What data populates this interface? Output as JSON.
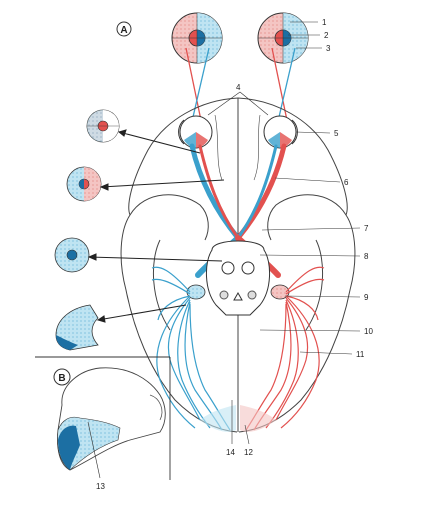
{
  "panels": {
    "a": "A",
    "b": "B"
  },
  "labels": {
    "n1": "1",
    "n2": "2",
    "n3": "3",
    "n4": "4",
    "n5": "5",
    "n6": "6",
    "n7": "7",
    "n8": "8",
    "n9": "9",
    "n10": "10",
    "n11": "11",
    "n12": "12",
    "n13": "13",
    "n14": "14"
  },
  "colors": {
    "red": "#e2514f",
    "blue": "#3aa0cc",
    "light_red": "#f4c5c3",
    "light_blue": "#bfe4f2",
    "dark_blue": "#1c6fa3",
    "outline": "#333333"
  }
}
